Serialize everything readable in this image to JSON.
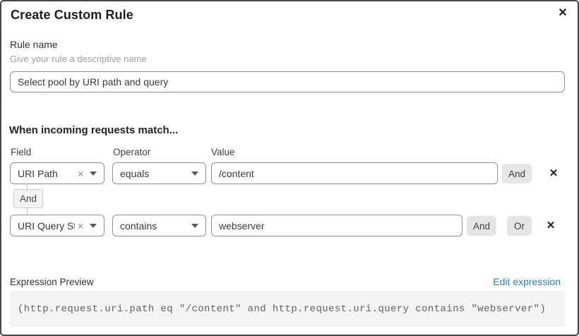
{
  "dialog": {
    "title": "Create Custom Rule"
  },
  "icons": {
    "close": "✕",
    "clear": "×",
    "delete": "✕"
  },
  "rule_name": {
    "label": "Rule name",
    "helper": "Give your rule a descriptive name",
    "value": "Select pool by URI path and query"
  },
  "matcher": {
    "heading": "When incoming requests match...",
    "columns": {
      "field": "Field",
      "operator": "Operator",
      "value": "Value"
    },
    "rows": [
      {
        "field": "URI Path",
        "operator": "equals",
        "value": "/content",
        "and_label": "And"
      },
      {
        "field": "URI Query St...",
        "operator": "contains",
        "value": "webserver",
        "and_label": "And",
        "or_label": "Or"
      }
    ],
    "joiner": "And"
  },
  "expression": {
    "label": "Expression Preview",
    "edit_link": "Edit expression",
    "code": "(http.request.uri.path eq \"/content\" and http.request.uri.query contains \"webserver\")"
  },
  "colors": {
    "link_blue": "#2c7cb9",
    "button_gray": "#e5e5e6",
    "code_bg": "#f3f3f3",
    "border_dark": "#484848"
  }
}
